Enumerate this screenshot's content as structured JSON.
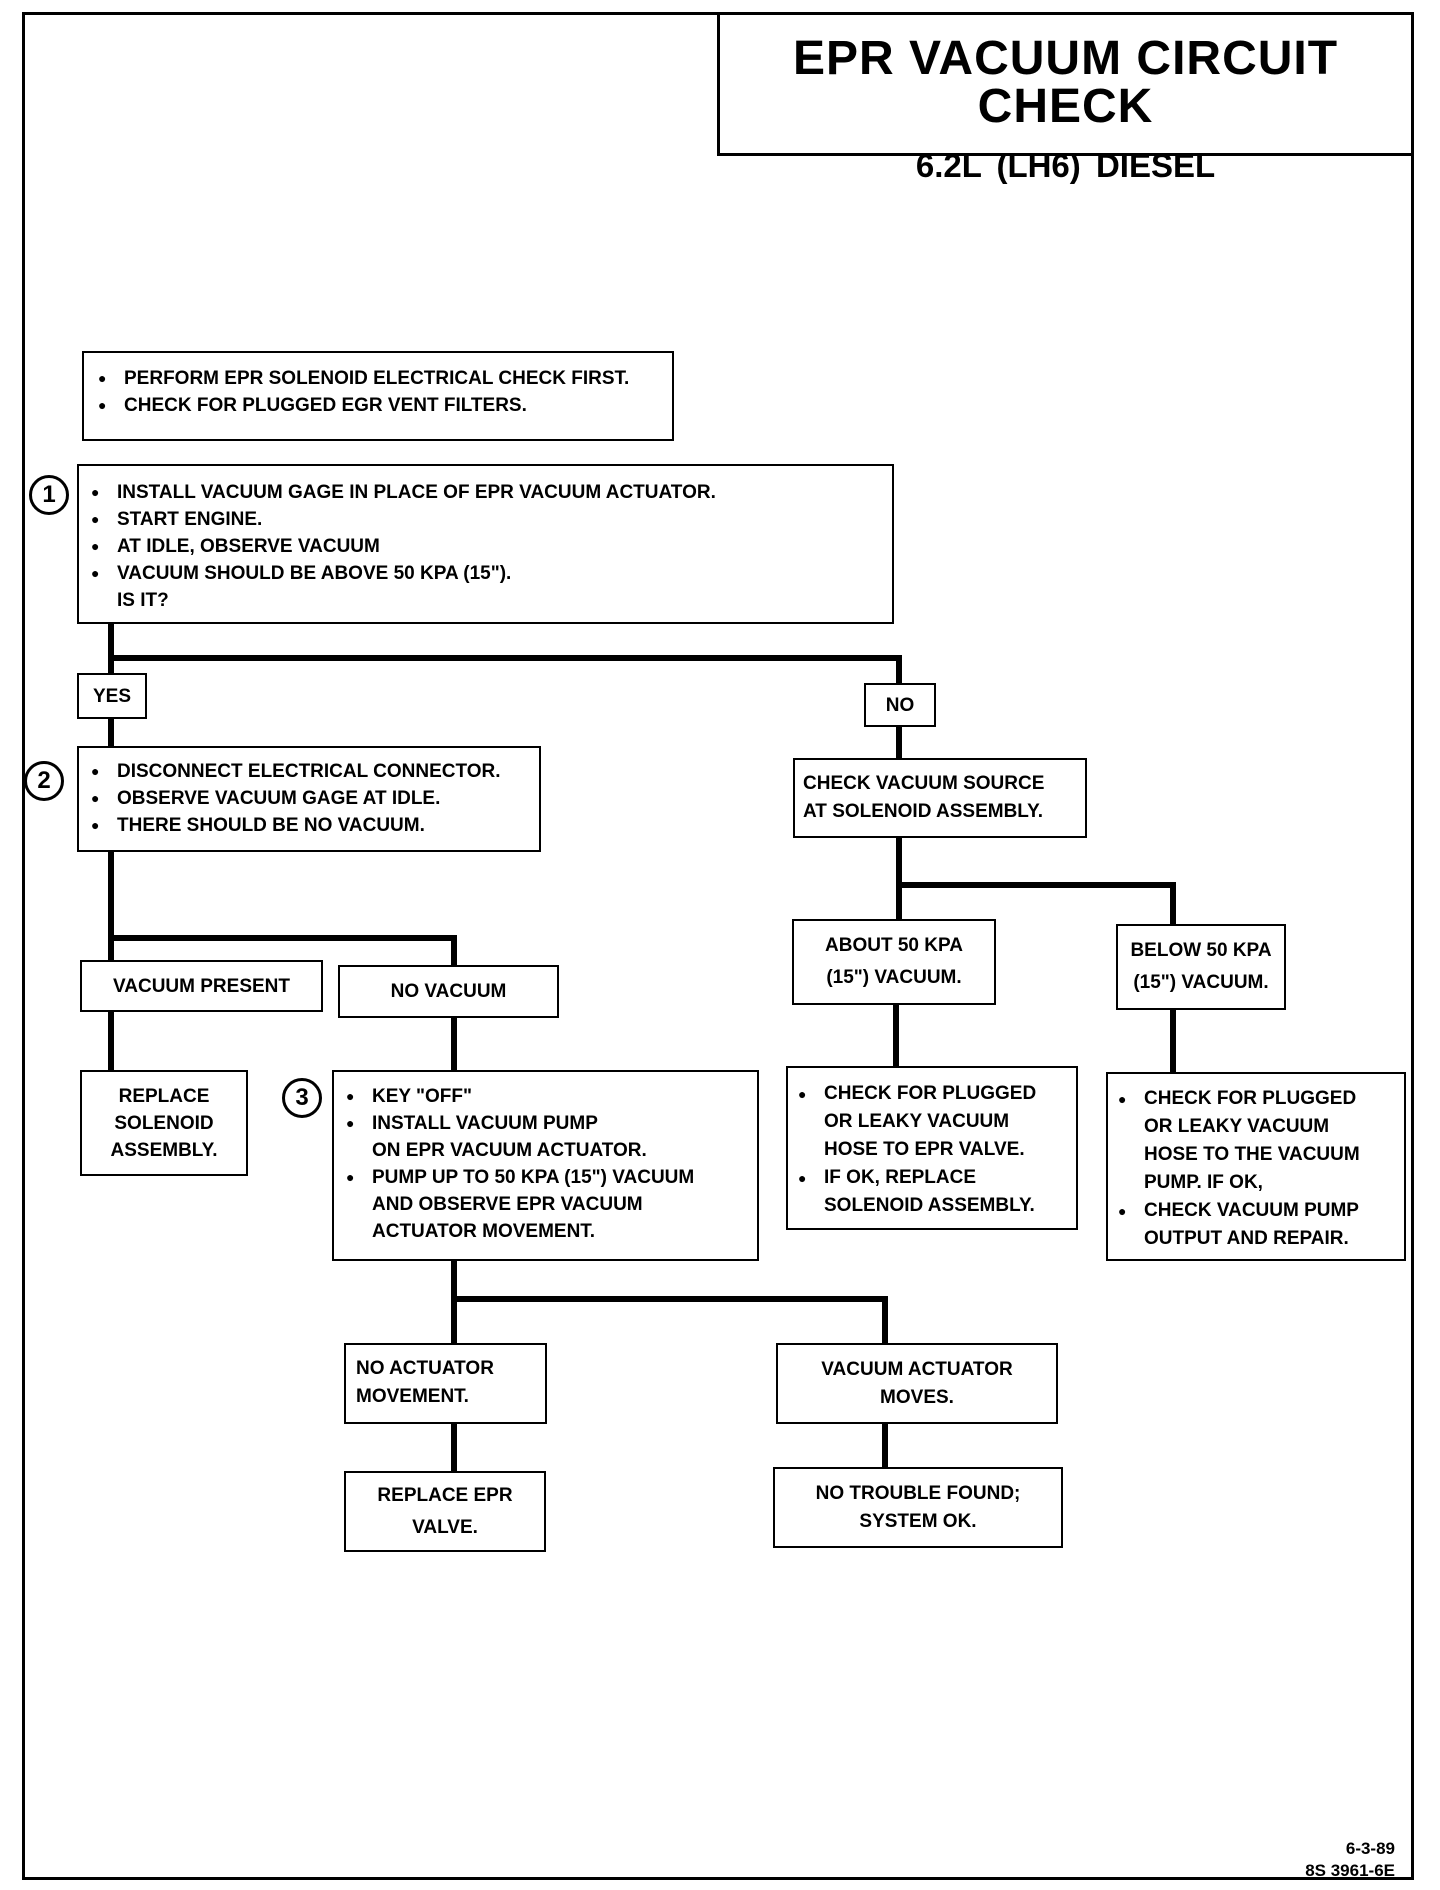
{
  "title": {
    "main": "EPR VACUUM CIRCUIT CHECK",
    "sub": "6.2L (LH6) DIESEL"
  },
  "precheck": [
    "PERFORM EPR SOLENOID ELECTRICAL CHECK FIRST.",
    "CHECK FOR PLUGGED EGR VENT FILTERS."
  ],
  "step1": {
    "number": "1",
    "items": [
      "INSTALL VACUUM GAGE IN PLACE OF EPR VACUUM ACTUATOR.",
      "START ENGINE.",
      "AT IDLE, OBSERVE VACUUM",
      "VACUUM SHOULD BE ABOVE 50 KPA (15\")."
    ],
    "question": "IS IT?"
  },
  "yes_label": "YES",
  "no_label": "NO",
  "step2": {
    "number": "2",
    "items": [
      "DISCONNECT ELECTRICAL CONNECTOR.",
      "OBSERVE VACUUM GAGE AT IDLE.",
      "THERE SHOULD BE NO VACUUM."
    ]
  },
  "vacuum_present": "VACUUM PRESENT",
  "no_vacuum": "NO  VACUUM",
  "replace_solenoid": [
    "REPLACE",
    "SOLENOID",
    "ASSEMBLY."
  ],
  "step3": {
    "number": "3",
    "items": [
      [
        "KEY \"OFF\""
      ],
      [
        "INSTALL VACUUM PUMP",
        "ON EPR VACUUM ACTUATOR."
      ],
      [
        "PUMP UP TO 50 KPA (15\") VACUUM",
        "AND OBSERVE EPR VACUUM",
        "ACTUATOR MOVEMENT."
      ]
    ]
  },
  "no_actuator": [
    "NO ACTUATOR",
    "MOVEMENT."
  ],
  "actuator_moves": [
    "VACUUM ACTUATOR",
    "MOVES."
  ],
  "replace_epr": [
    "REPLACE EPR",
    "VALVE."
  ],
  "no_trouble": [
    "NO TROUBLE FOUND;",
    "SYSTEM OK."
  ],
  "check_source": [
    "CHECK VACUUM SOURCE",
    "AT SOLENOID ASSEMBLY."
  ],
  "about_50": [
    "ABOUT 50 KPA",
    "(15\") VACUUM."
  ],
  "below_50": [
    "BELOW 50 KPA",
    "(15\") VACUUM."
  ],
  "about_action": {
    "items": [
      [
        "CHECK FOR PLUGGED",
        "OR LEAKY VACUUM",
        "HOSE TO EPR VALVE."
      ],
      [
        "IF OK, REPLACE",
        "SOLENOID ASSEMBLY."
      ]
    ]
  },
  "below_action": {
    "items": [
      [
        "CHECK FOR PLUGGED",
        "OR LEAKY VACUUM",
        "HOSE TO THE VACUUM",
        "PUMP.  IF OK,"
      ],
      [
        "CHECK VACUUM PUMP",
        "OUTPUT AND REPAIR."
      ]
    ]
  },
  "footer": {
    "date": "6-3-89",
    "code": "8S 3961-6E"
  }
}
